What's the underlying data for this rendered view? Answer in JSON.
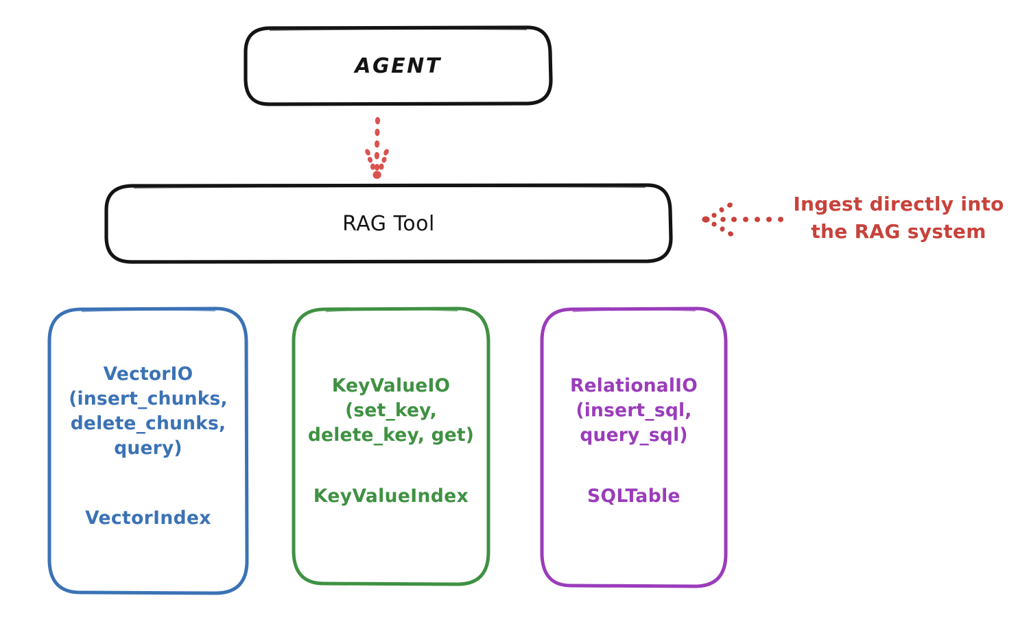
{
  "diagram": {
    "title_node": {
      "label": "AGENT",
      "name": "agent-node",
      "stroke": "#141414"
    },
    "tool_node": {
      "label": "RAG Tool",
      "name": "rag-tool-node",
      "stroke": "#141414"
    },
    "annotation": {
      "text": "Ingest directly into\nthe RAG system",
      "color": "#c8423b",
      "arrow": "dotted-arrow-left"
    },
    "connector": {
      "from": "AGENT",
      "to": "RAG Tool",
      "style": "dotted-arrow-down",
      "color": "#d9534f"
    },
    "stores": [
      {
        "name": "vector-io",
        "api": "VectorIO\n(insert_chunks,\ndelete_chunks,\nquery)",
        "index": "VectorIndex",
        "color": "#3b72b5"
      },
      {
        "name": "key-value-io",
        "api": "KeyValueIO\n(set_key,\ndelete_key, get)",
        "index": "KeyValueIndex",
        "color": "#3f9142"
      },
      {
        "name": "relational-io",
        "api": "RelationalIO\n(insert_sql,\nquery_sql)",
        "index": "SQLTable",
        "color": "#9a3cbb"
      }
    ]
  }
}
